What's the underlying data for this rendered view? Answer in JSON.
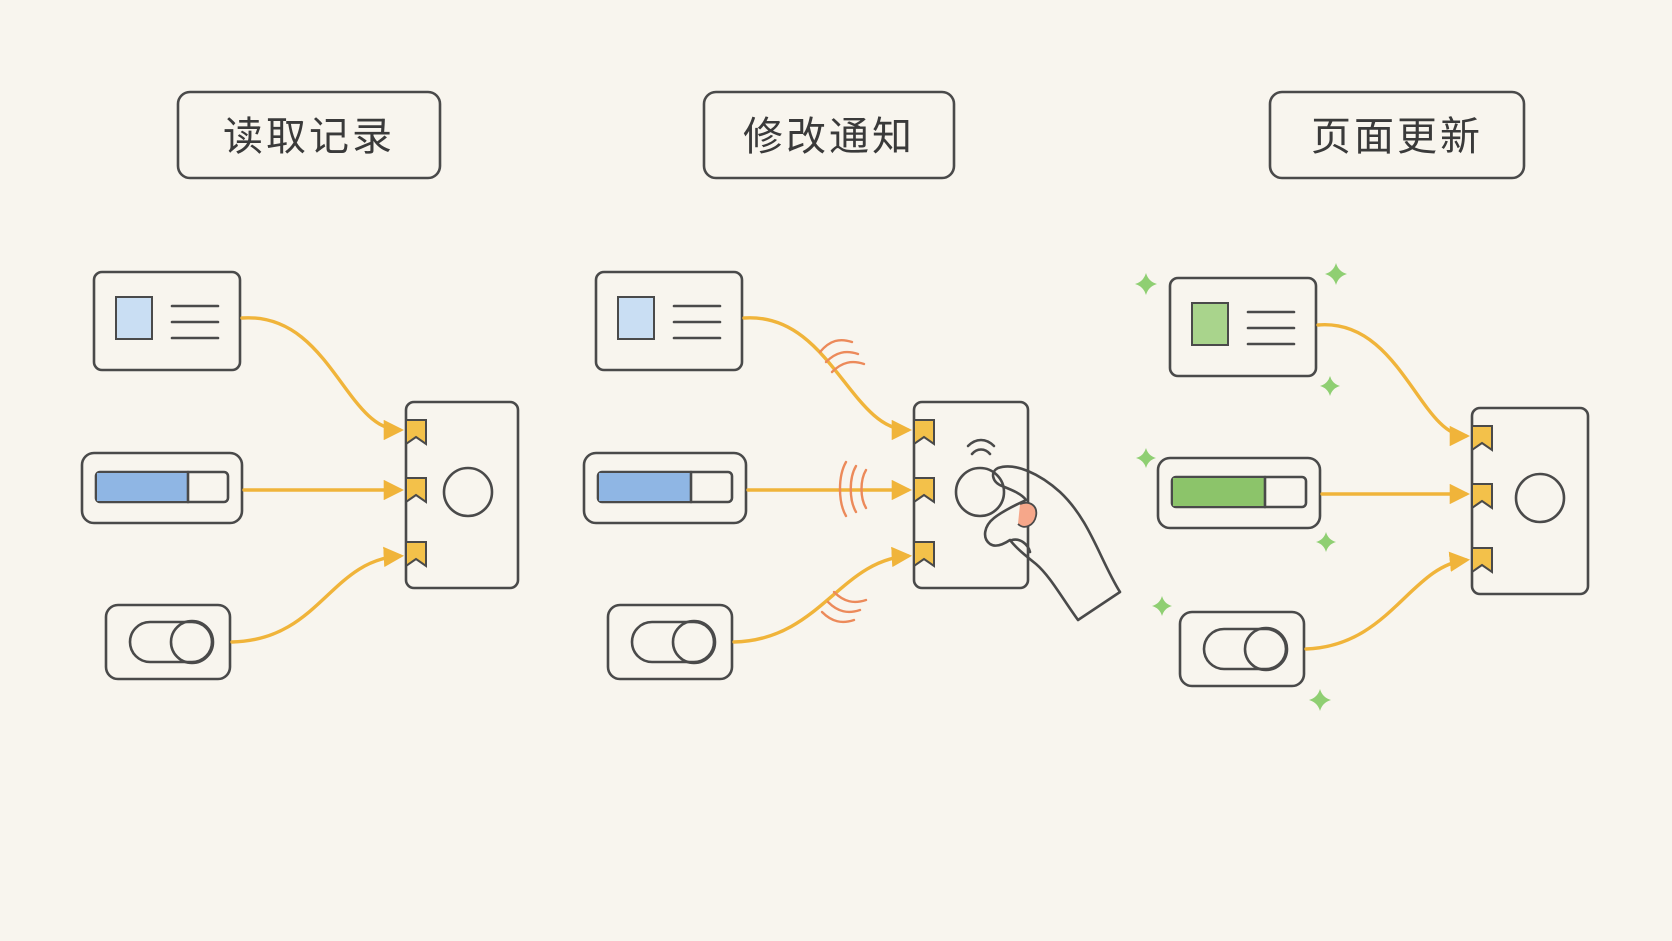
{
  "stages": [
    {
      "id": "read",
      "label": "读取记录"
    },
    {
      "id": "notify",
      "label": "修改通知"
    },
    {
      "id": "update",
      "label": "页面更新"
    }
  ],
  "colors": {
    "background": "#f8f5ee",
    "ink": "#4a4a4a",
    "wire": "#f0b43a",
    "store_fill": "#cfe3f3",
    "widget_blue": "#8fb6e4",
    "widget_blue_light": "#c9def3",
    "updated_fill": "#e2efcf",
    "updated_green": "#8cc46a",
    "signal_wave": "#ec8a5a",
    "sparkle": "#8fcf72",
    "hand": "#fbe7cf"
  },
  "icons": {
    "store": "record-store-icon",
    "card": "card-widget-icon",
    "progress": "progress-bar-widget-icon",
    "toggle": "toggle-switch-widget-icon",
    "hand": "hand-pressing-icon",
    "wave": "signal-wave-icon",
    "sparkle": "sparkle-icon"
  }
}
